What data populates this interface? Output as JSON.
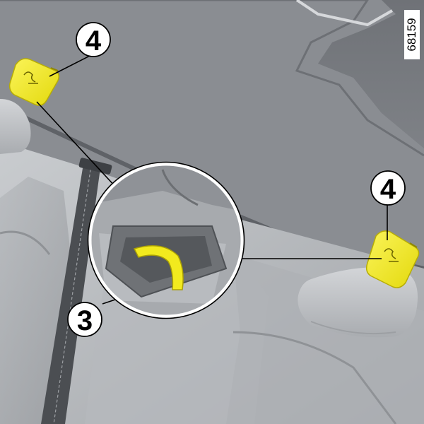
{
  "figure": {
    "id": "68159"
  },
  "callouts": [
    {
      "number": "4",
      "refers_to": "anchor-cover-left"
    },
    {
      "number": "4",
      "refers_to": "anchor-cover-right"
    },
    {
      "number": "3",
      "refers_to": "anchor-strap"
    }
  ],
  "colors": {
    "trunk_carpet": "#8b8e93",
    "seat_fabric": "#b8bbbf",
    "anchor_yellow": "#f2ea1e",
    "callout_stroke": "#000000",
    "callout_fill": "#ffffff"
  }
}
